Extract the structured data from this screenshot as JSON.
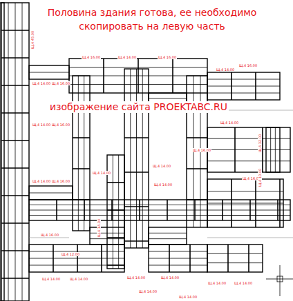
{
  "diagram": {
    "title": "Половина здания готова, ее необходимо скопировать на левую часть",
    "labels": [
      "изображение сайта PROEKTABC.RU",
      "Щ.4 45.00",
      "Щ.4 16.00",
      "Щ.4 14.00",
      "Щ.4 16.00",
      "Щ.4 14.00",
      "Щ.4 16.00",
      "Щ.4 14.00",
      "Щ.4 16.00",
      "Щ.4 14.00",
      "Щ.4 16.00",
      "Щ.4 14.00",
      "Щ.4 16.00",
      "Щ.4 14.00",
      "Щ.4 14.00",
      "Щ.4 14.00",
      "Щ.4 16.00",
      "Щ.4 14.00",
      "Щ.4 16.00",
      "Щ.4 32.00",
      "Щ.4 10.00",
      "Щ.4 16.00",
      "Щ.4 12.00",
      "Щ.4 14.00",
      "Щ.4 14.00",
      "Щ.4 14.00",
      "Щ.4 14.00",
      "Щ.4 14.00",
      "Щ.4 14.00",
      "Щ.4 14.00",
      "Щ.4 14.00",
      "Щ.4 14.00"
    ]
  }
}
